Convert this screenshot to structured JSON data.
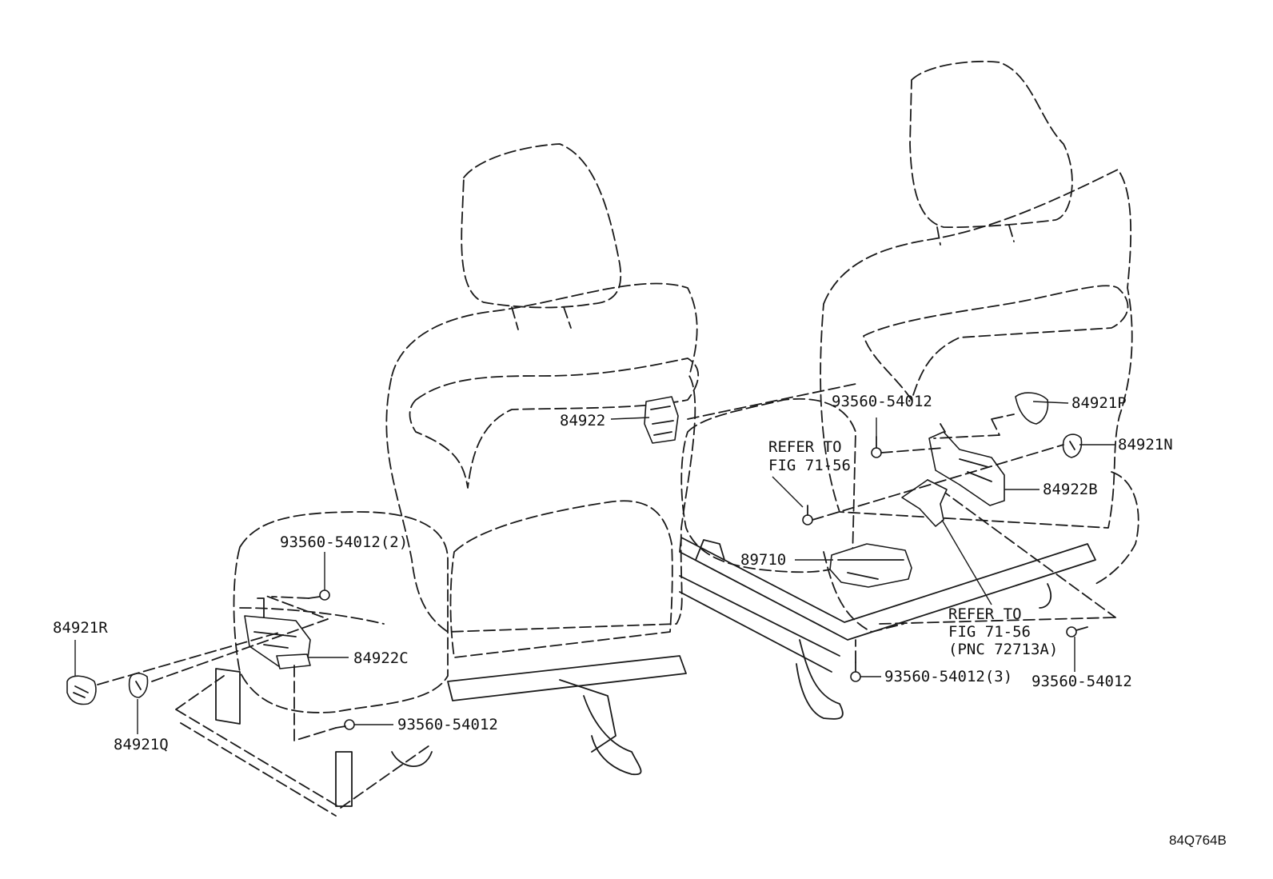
{
  "labels": {
    "p84922": "84922",
    "p93560_54012_a": "93560-54012",
    "refer1_line1": "REFER TO",
    "refer1_line2": "FIG 71-56",
    "p84921P": "84921P",
    "p84921N": "84921N",
    "p84922B": "84922B",
    "p89710": "89710",
    "p93560_54012_2": "93560-54012(2)",
    "p84921R": "84921R",
    "p84922C": "84922C",
    "p84921Q": "84921Q",
    "p93560_54012_b": "93560-54012",
    "refer2_line1": "REFER TO",
    "refer2_line2": "FIG 71-56",
    "refer2_line3": "(PNC 72713A)",
    "p93560_54012_3": "93560-54012(3)",
    "p93560_54012_c": "93560-54012"
  },
  "diagram_code": "84Q764B"
}
